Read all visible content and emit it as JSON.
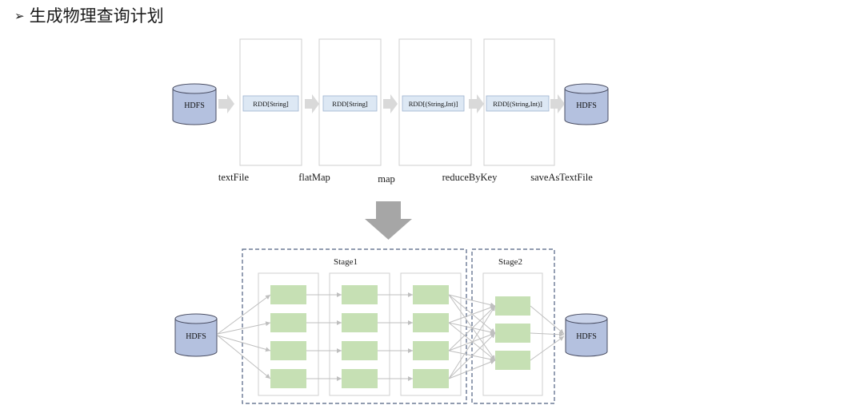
{
  "heading": {
    "bullet": "➢",
    "text": "生成物理查询计划"
  },
  "top": {
    "source_label": "HDFS",
    "sink_label": "HDFS",
    "rdd_labels": [
      "RDD[String]",
      "RDD[String]",
      "RDD[(String,Int)]",
      "RDD[(String,Int)]"
    ],
    "operations": [
      "textFile",
      "flatMap",
      "map",
      "reduceByKey",
      "saveAsTextFile"
    ]
  },
  "bottom": {
    "source_label": "HDFS",
    "sink_label": "HDFS",
    "stages": [
      "Stage1",
      "Stage2"
    ],
    "stage1_columns": 3,
    "stage1_tasks_per_column": 4,
    "stage2_tasks": 3
  },
  "colors": {
    "cylinder_fill": "#b4c1df",
    "cylinder_stroke": "#4a4e63",
    "rdd_box_fill": "#dde8f4",
    "task_fill": "#c6e0b4",
    "stage_border": "#4f6281",
    "flow_arrow": "#d9d9d9",
    "down_arrow": "#a6a6a6",
    "edge_line": "#bfbfbf"
  }
}
